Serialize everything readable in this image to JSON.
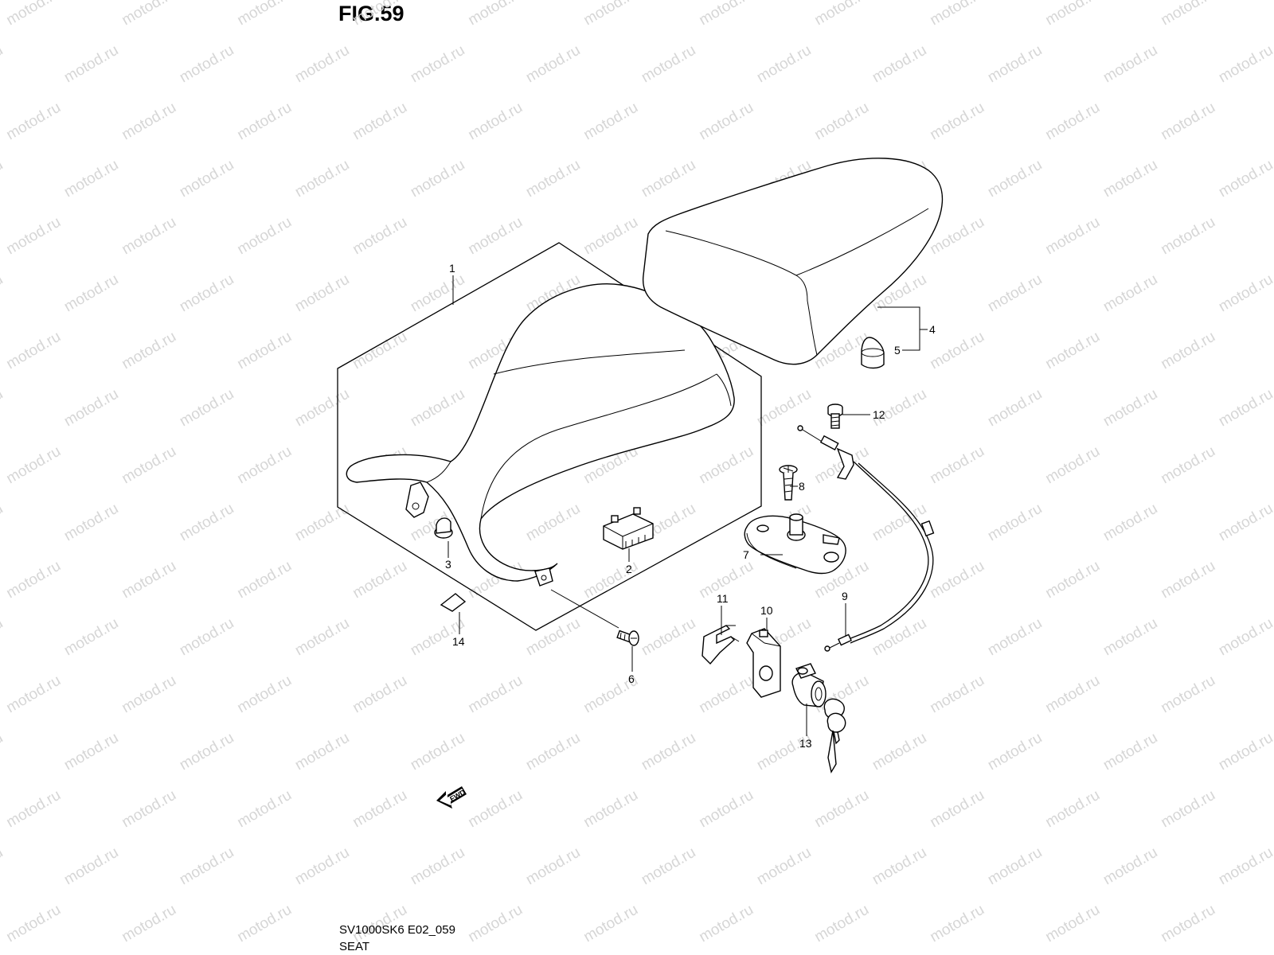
{
  "figure": {
    "title": "FIG.59",
    "code": "SV1000SK6 E02_059",
    "name": "SEAT"
  },
  "watermark": "motod.ru",
  "fwd_label": "FWD",
  "callouts": [
    "1",
    "2",
    "3",
    "4",
    "5",
    "6",
    "7",
    "8",
    "9",
    "10",
    "11",
    "12",
    "13",
    "14"
  ]
}
